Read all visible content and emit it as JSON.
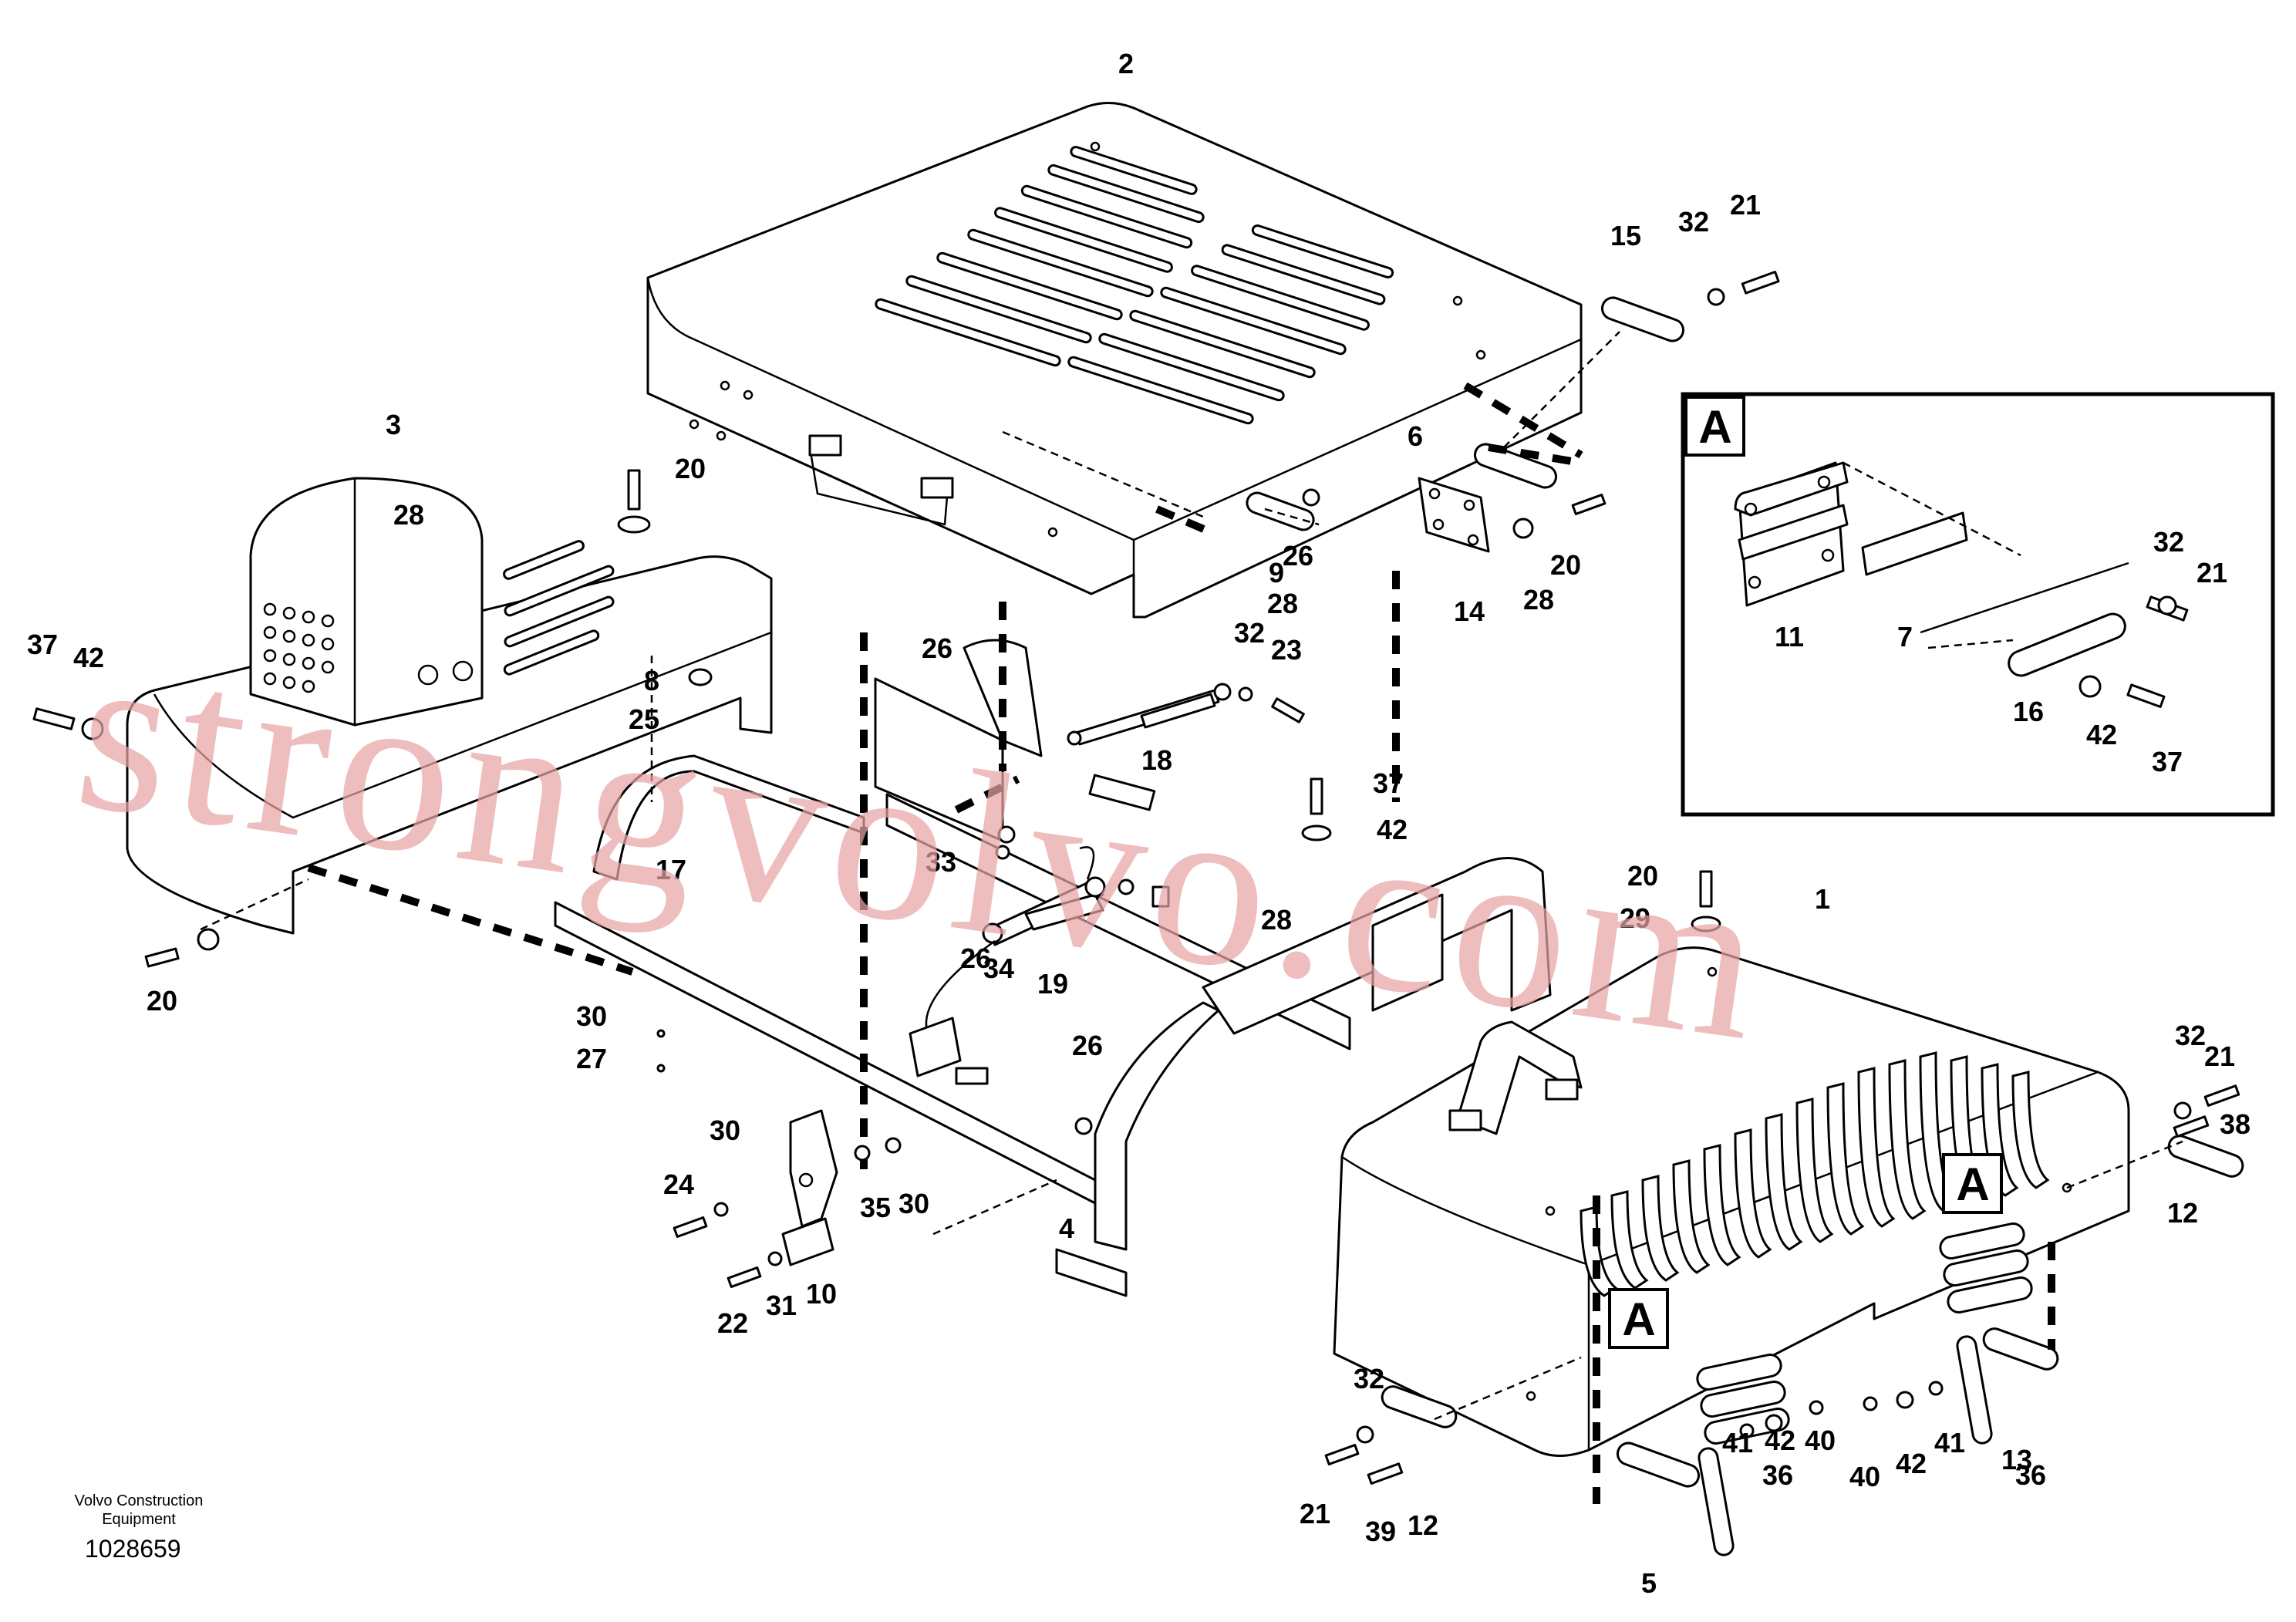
{
  "watermark": "strongvolvo.com",
  "footer": {
    "company_line1": "Volvo Construction",
    "company_line2": "Equipment",
    "drawing_number": "1028659"
  },
  "detail_view": {
    "label": "A",
    "callouts": [
      "11",
      "7",
      "32",
      "21",
      "16",
      "42",
      "37"
    ]
  },
  "view_markers": [
    "A",
    "A"
  ],
  "callouts": [
    "2",
    "3",
    "1",
    "4",
    "5",
    "6",
    "8",
    "9",
    "10",
    "12",
    "12",
    "13",
    "14",
    "15",
    "17",
    "18",
    "19",
    "20",
    "20",
    "20",
    "20",
    "21",
    "21",
    "21",
    "22",
    "23",
    "24",
    "25",
    "26",
    "26",
    "26",
    "26",
    "27",
    "28",
    "28",
    "28",
    "28",
    "29",
    "30",
    "30",
    "30",
    "31",
    "32",
    "32",
    "32",
    "32",
    "33",
    "34",
    "35",
    "36",
    "36",
    "37",
    "37",
    "38",
    "39",
    "40",
    "40",
    "41",
    "41",
    "42",
    "42",
    "42",
    "42"
  ]
}
